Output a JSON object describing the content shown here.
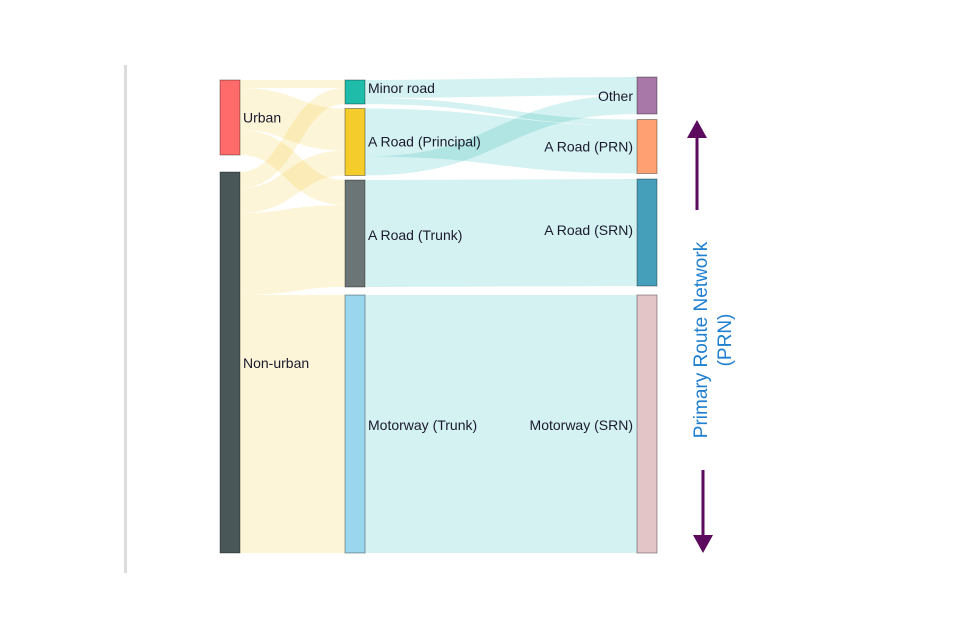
{
  "chart_data": {
    "type": "sankey",
    "title": "",
    "columns": [
      [
        "Urban",
        "Non-urban"
      ],
      [
        "Minor road",
        "A Road (Principal)",
        "A Road (Trunk)",
        "Motorway (Trunk)"
      ],
      [
        "Other",
        "A Road (PRN)",
        "A Road (SRN)",
        "Motorway (SRN)"
      ]
    ],
    "nodes": [
      {
        "id": "urban",
        "label": "Urban",
        "color": "#ff6b6b",
        "column": 0
      },
      {
        "id": "nonurban",
        "label": "Non-urban",
        "color": "#4a5759",
        "column": 0
      },
      {
        "id": "minor",
        "label": "Minor road",
        "color": "#1fbcaa",
        "column": 1
      },
      {
        "id": "principal",
        "label": "A Road (Principal)",
        "color": "#f4cc2c",
        "column": 1
      },
      {
        "id": "trunk",
        "label": "A Road (Trunk)",
        "color": "#6b7575",
        "column": 1
      },
      {
        "id": "motorway_trunk",
        "label": "Motorway (Trunk)",
        "color": "#9ad7ef",
        "column": 1
      },
      {
        "id": "other",
        "label": "Other",
        "color": "#a878a8",
        "column": 2
      },
      {
        "id": "prn",
        "label": "A Road (PRN)",
        "color": "#fea071",
        "column": 2
      },
      {
        "id": "srn",
        "label": "A Road (SRN)",
        "color": "#469fba",
        "column": 2
      },
      {
        "id": "motorway_srn",
        "label": "Motorway (SRN)",
        "color": "#e4c5c7",
        "column": 2
      }
    ],
    "links": [
      {
        "source": "urban",
        "target": "minor",
        "value": 8
      },
      {
        "source": "urban",
        "target": "principal",
        "value": 42
      },
      {
        "source": "urban",
        "target": "trunk",
        "value": 25
      },
      {
        "source": "nonurban",
        "target": "minor",
        "value": 16
      },
      {
        "source": "nonurban",
        "target": "principal",
        "value": 25
      },
      {
        "source": "nonurban",
        "target": "trunk",
        "value": 82
      },
      {
        "source": "nonurban",
        "target": "motorway_trunk",
        "value": 258
      },
      {
        "source": "minor",
        "target": "other",
        "value": 18
      },
      {
        "source": "minor",
        "target": "prn",
        "value": 6
      },
      {
        "source": "principal",
        "target": "prn",
        "value": 48
      },
      {
        "source": "principal",
        "target": "other",
        "value": 19
      },
      {
        "source": "trunk",
        "target": "srn",
        "value": 107
      },
      {
        "source": "motorway_trunk",
        "target": "motorway_srn",
        "value": 258
      }
    ],
    "link_colors": {
      "first_stage": "#fdf3d1",
      "second_stage": "#cdf0ee"
    },
    "annotation": {
      "label_line1": "Primary Route Network",
      "label_line2": "(PRN)",
      "text_color": "#1f7fd1",
      "arrow_color": "#5c0a5e",
      "arrow_direction": "both (up and down)"
    }
  }
}
